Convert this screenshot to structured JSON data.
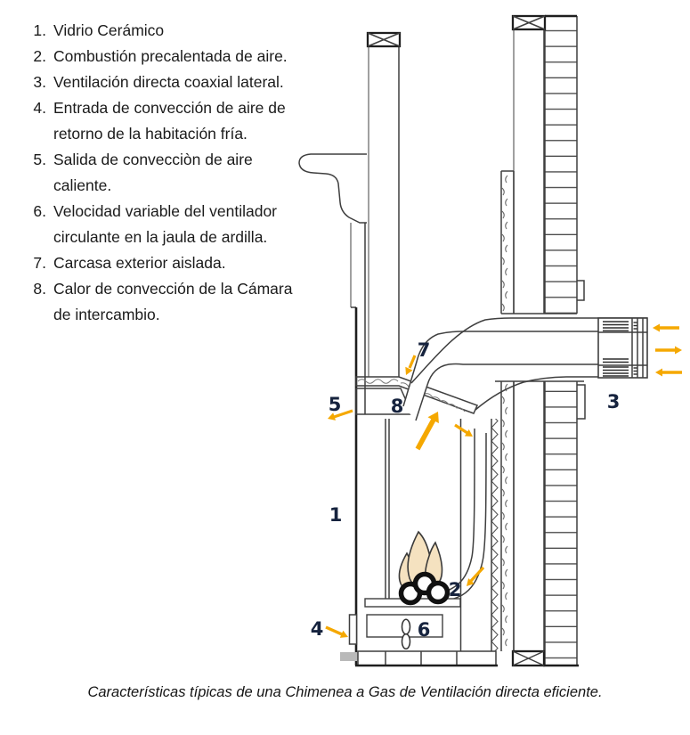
{
  "legend": {
    "items": [
      {
        "n": "1.",
        "lines": [
          "Vidrio Cerámico"
        ]
      },
      {
        "n": "2.",
        "lines": [
          "Combustión precalentada de aire."
        ]
      },
      {
        "n": "3.",
        "lines": [
          "Ventilación directa coaxial lateral."
        ]
      },
      {
        "n": "4.",
        "lines": [
          "Entrada de convección de aire de",
          "retorno de la habitación fría."
        ]
      },
      {
        "n": "5.",
        "lines": [
          "Salida de convecciòn de aire",
          "caliente."
        ]
      },
      {
        "n": "6.",
        "lines": [
          "Velocidad variable del ventilador",
          "circulante en la jaula de ardilla."
        ]
      },
      {
        "n": "7.",
        "lines": [
          "Carcasa exterior aislada."
        ]
      },
      {
        "n": "8.",
        "lines": [
          "Calor de convección de la Cámara",
          "de intercambio."
        ]
      }
    ]
  },
  "caption": "Características típicas de una Chimenea a Gas de Ventilación directa eficiente.",
  "diagram": {
    "callouts": {
      "c1": "1",
      "c2": "2",
      "c3": "3",
      "c4": "4",
      "c5": "5",
      "c6": "6",
      "c7": "7",
      "c8": "8"
    },
    "colors": {
      "arrow": "#F5A800",
      "label": "#16233E",
      "flame": "#F5E2C0",
      "line": "#3F3F3F"
    }
  }
}
